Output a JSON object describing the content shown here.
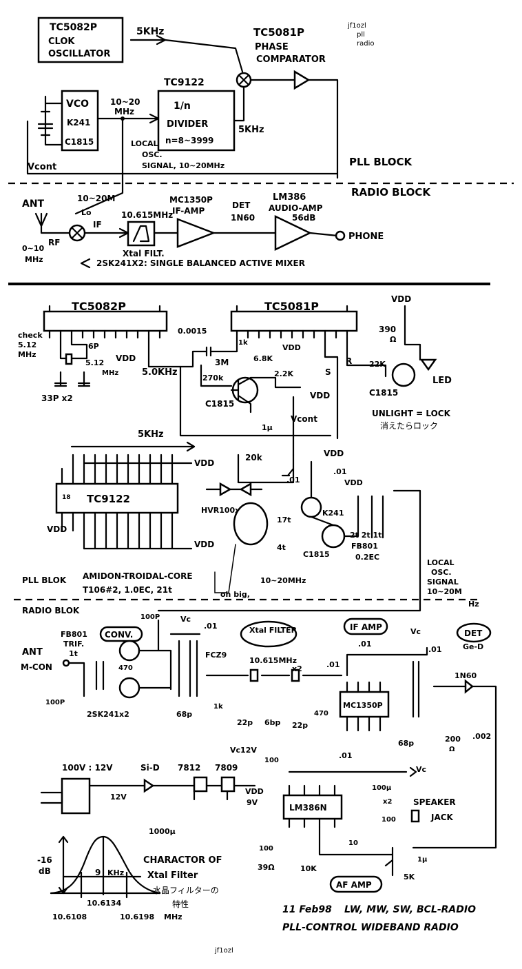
{
  "header": {
    "author": "jf1ozl",
    "tag1": "pll",
    "tag2": "radio"
  },
  "block": {
    "clock_osc": {
      "part": "TC5082P",
      "line1": "CLOK",
      "line2": "OSCILLATOR"
    },
    "ref_freq": "5KHz",
    "phase_comp": {
      "part": "TC5081P",
      "line1": "PHASE",
      "line2": "COMPARATOR"
    },
    "vco": {
      "title": "VCO",
      "t1": "K241",
      "t2": "C1815"
    },
    "vco_freq_1": "10~20",
    "vco_freq_2": "MHz",
    "divider": {
      "part": "TC9122",
      "ratio": "1/n",
      "label": "DIVIDER",
      "n": "n=8~3999"
    },
    "div_out": "5KHz",
    "local_osc": {
      "l1": "LOCAL",
      "l2": "OSC.",
      "l3": "SIGNAL, 10~20MHz"
    },
    "vcont": "Vcont",
    "pll_block": "PLL BLOCK",
    "radio_block": "RADIO BLOCK",
    "lo_range": "10~20M",
    "ant": "ANT",
    "lo": "Lo",
    "if": "IF",
    "rf": "RF",
    "rf_range_1": "0~10",
    "rf_range_2": "MHz",
    "xtal_freq": "10.615MHz",
    "xtal_label": "Xtal FILT.",
    "if_amp_part": "MC1350P",
    "if_amp": "IF-AMP",
    "det": "DET",
    "det_part": "1N60",
    "audio_part": "LM386",
    "audio_amp": "AUDIO-AMP",
    "audio_gain": "56dB",
    "phone": "PHONE",
    "mixer_note": "2SK241X2: SINGLE BALANCED ACTIVE MIXER"
  },
  "schematic": {
    "tc5082p": "TC5082P",
    "tc5081p": "TC5081P",
    "tc9122": "TC9122",
    "check": "check",
    "check_freq": "5.12",
    "check_unit": "MHz",
    "xtal_512": "5.12",
    "xtal_mhz": "MHz",
    "c6p": "6P",
    "c33p": "33P x2",
    "vdd": "VDD",
    "vc": "Vc",
    "ref_5k": "5.0KHz",
    "c0015": "0.0015",
    "r3m": "3M",
    "r1k": "1k",
    "r68k": "6.8K",
    "r270k": "270k",
    "q1815": "C1815",
    "r22k": "2.2K",
    "c1u": "1μ",
    "s": "S",
    "r": "R",
    "vcont": "Vcont",
    "r390": "390",
    "ohm": "Ω",
    "r22k_led": "22K",
    "led": "LED",
    "unlight": "UNLIGHT = LOCK",
    "unlight_jp": "消えたらロック",
    "bus_5k": "5KHz",
    "r20k": "20k",
    "c01": ".01",
    "hvr": "HVR100x2",
    "k241": "K241",
    "n17t": "17t",
    "n4t": "4t",
    "fb801": "FB801",
    "fb801_wire": "0.2EC",
    "turns": "2t 2t 1t",
    "core_name": "AMIDON-TROIDAL-CORE",
    "core_spec": "T106#2, 1.0EC, 21t",
    "oh_big": "oh big,",
    "osc_range": "10~20MHz",
    "local_osc": "LOCAL",
    "osc": "OSC.",
    "signal": "SIGNAL",
    "signal_range": "10~20M",
    "hz": "Hz",
    "pll_blok": "PLL BLOK",
    "radio_blok": "RADIO BLOK",
    "conv": "CONV.",
    "xtal_filter": "Xtal FILTER",
    "if_amp": "IF AMP",
    "det": "DET",
    "fb801_trif": "FB801",
    "trif": "TRIF.",
    "one_t": "1t",
    "ant": "ANT",
    "mcon": "M-CON",
    "c100p": "100P",
    "c100p_top": "100P",
    "r470": "470",
    "fcz9": "FCZ9",
    "q_mixer": "2SK241x2",
    "c68p": "68p",
    "r1k2": "1k",
    "xtal_freq": "10.615MHz",
    "x2": "x2",
    "c22p": "22p",
    "c6bp": "6bp",
    "c22p2": "22p",
    "r470b": "470",
    "mc1350": "MC1350P",
    "c68p2": "68p",
    "ge_d": "Ge-D",
    "n60": "1N60",
    "r200": "200",
    "c002": ".002",
    "trans": "100V : 12V",
    "v12": "12V",
    "sid": "Si-D",
    "reg1": "7812",
    "reg2": "7809",
    "vc12": "Vc12V",
    "vdd9": "VDD",
    "v9": "9V",
    "c1000": "1000μ",
    "lm386": "LM386N",
    "c100": "100",
    "c100u": "100μ",
    "x2b": "x2",
    "speaker": "SPEAKER",
    "jack": "JACK",
    "c10": "10",
    "c100b": "100",
    "r39": "39Ω",
    "r10k": "10K",
    "r5k": "5K",
    "af_amp": "AF AMP",
    "x_mark": "x"
  },
  "filter_char": {
    "title1": "CHARACTOR OF",
    "title2": "Xtal Filter",
    "jp1": "水晶フィルターの",
    "jp2": "特性",
    "db": "-16",
    "db_unit": "dB",
    "bw": "9",
    "bw_unit": "KHz",
    "f_center": "10.6134",
    "f_low": "10.6108",
    "f_high": "10.6198",
    "f_unit": "MHz"
  },
  "footer": {
    "date": "11 Feb98",
    "title1": "LW, MW, SW, BCL-RADIO",
    "title2": "PLL-CONTROL WIDEBAND RADIO",
    "sig": "jf1ozl"
  }
}
